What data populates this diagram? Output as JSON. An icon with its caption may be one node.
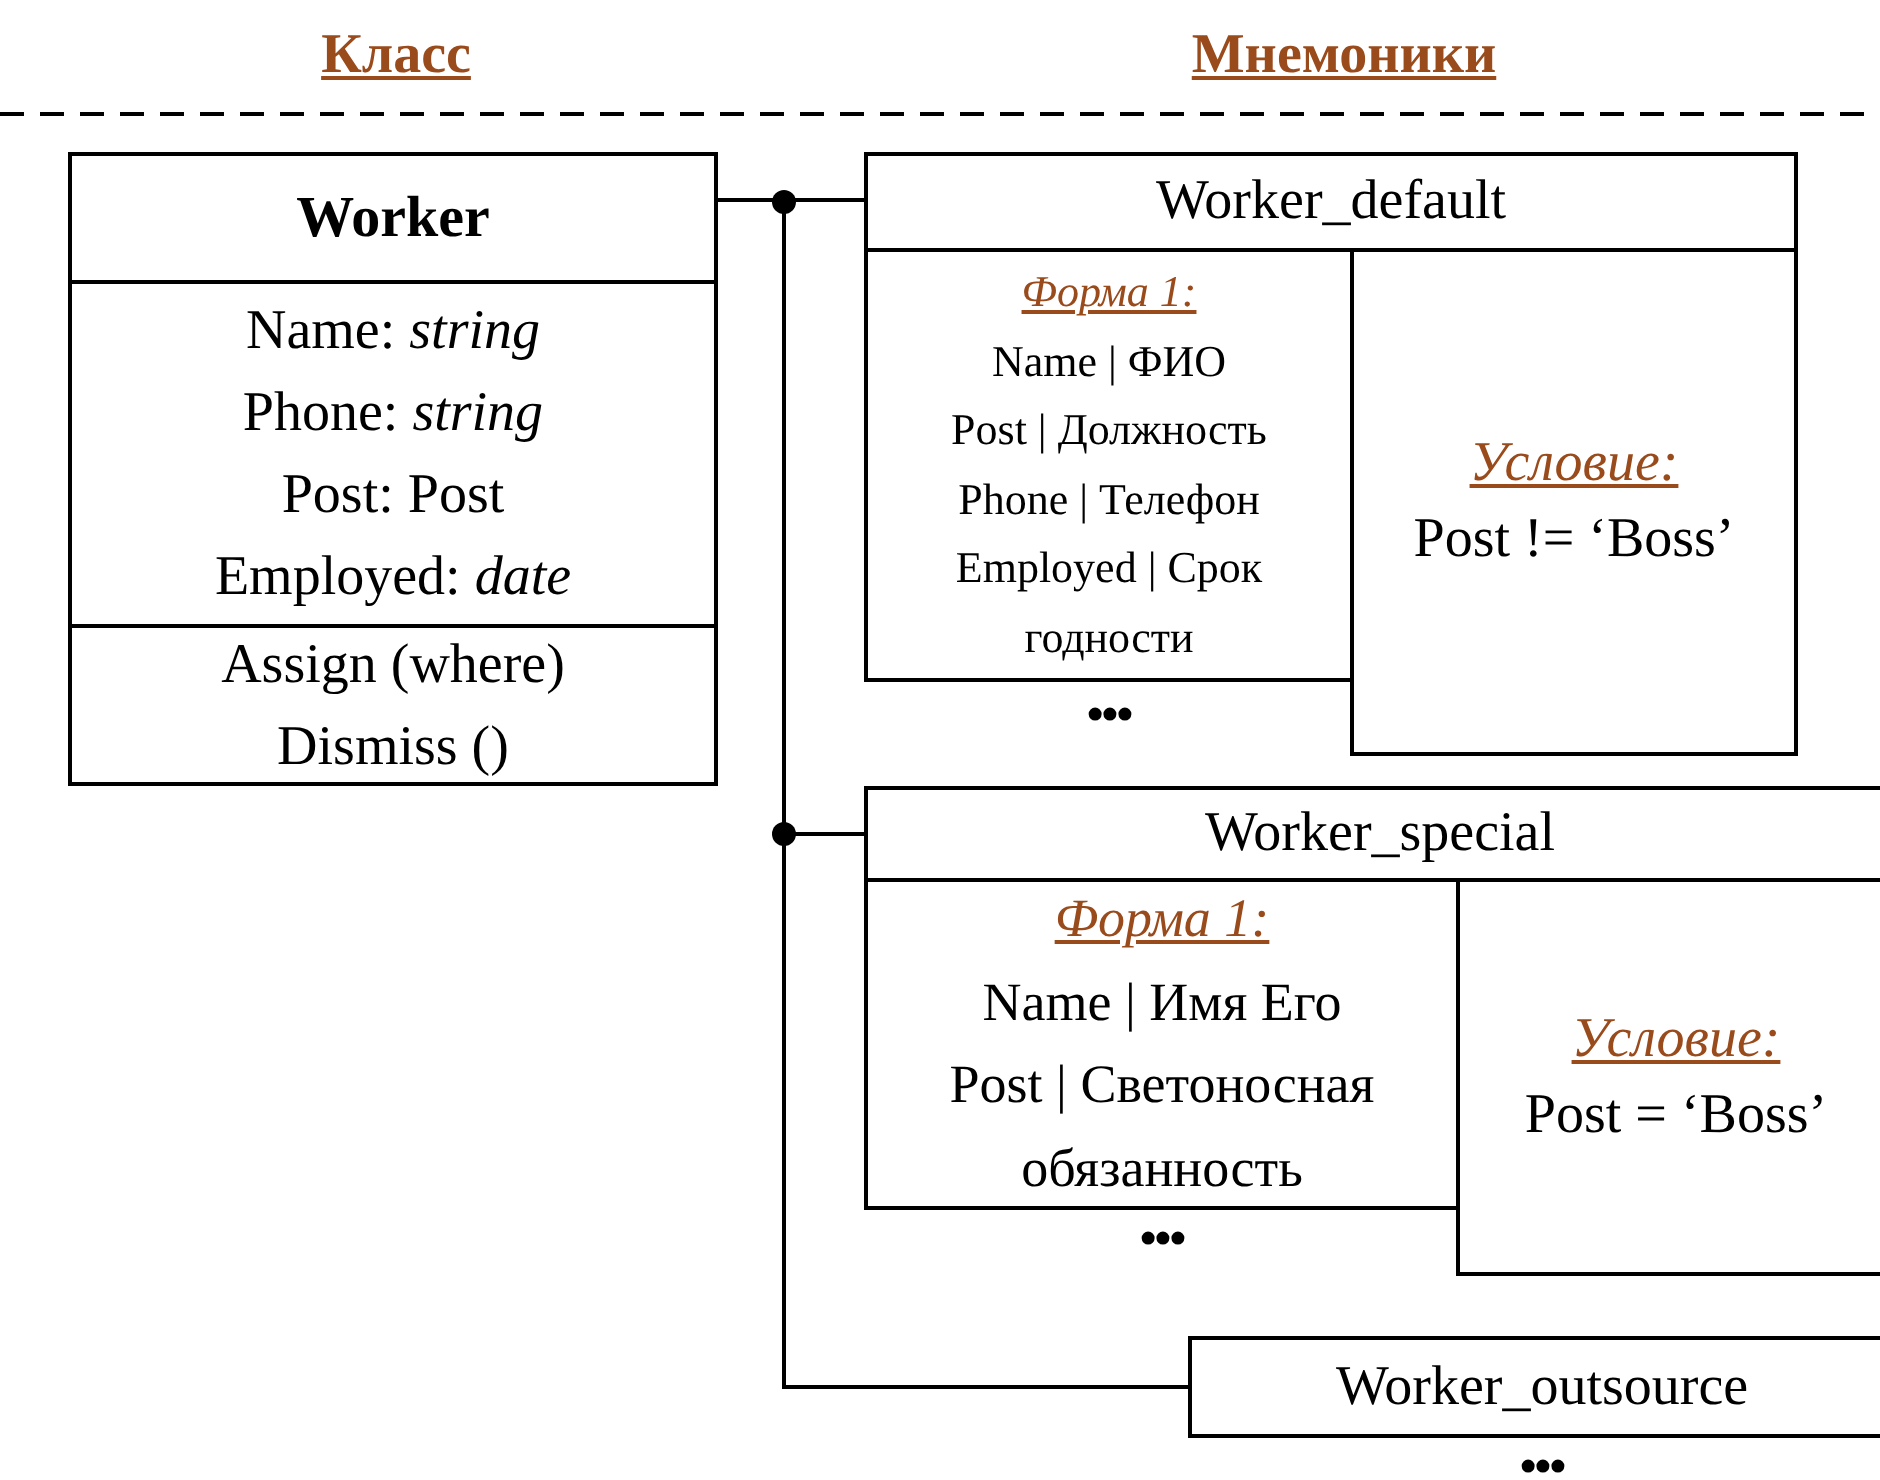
{
  "diagram": {
    "nodes": [
      {
        "text": [],
        "shape": "box"
      },
      {
        "text": [
          "Worker"
        ],
        "in": 0
      },
      {
        "text": [
          "Name: *string*",
          "Phone: *string*",
          "Post: Post",
          "Employed: *date*"
        ],
        "in": 0
      },
      {
        "text": [
          "Assign (where)",
          "Dismiss ()"
        ],
        "in": 0
      },
      {
        "text": [
          "Worker_default"
        ]
      },
      {
        "text": [
          "Форма 1:",
          "Name | ФИО",
          "Post | Должность",
          "Phone | Телефон",
          "Employed | Срок годности"
        ],
        "beside": [
          "•••"
        ]
      },
      {
        "text": [
          "Условие:",
          "Post != ‘Boss’"
        ]
      },
      {
        "text": [
          "Worker_special"
        ]
      },
      {
        "text": [
          "Форма 1:",
          "Name | Имя Его",
          "Post | Светоносная обязанность"
        ],
        "beside": [
          "•••"
        ]
      },
      {
        "text": [
          "Условие:",
          "Post = ‘Boss’"
        ]
      },
      {
        "text": [
          "Worker_outsource"
        ],
        "beside": [
          "•••"
        ]
      }
    ],
    "edges": [
      {
        "from": 0,
        "to": 4,
        "arrow": "none"
      },
      {
        "from": 0,
        "to": 7,
        "arrow": "none"
      },
      {
        "from": 0,
        "to": 10,
        "arrow": "none"
      }
    ],
    "labels": [
      "Класс",
      "Мнемоники"
    ]
  }
}
